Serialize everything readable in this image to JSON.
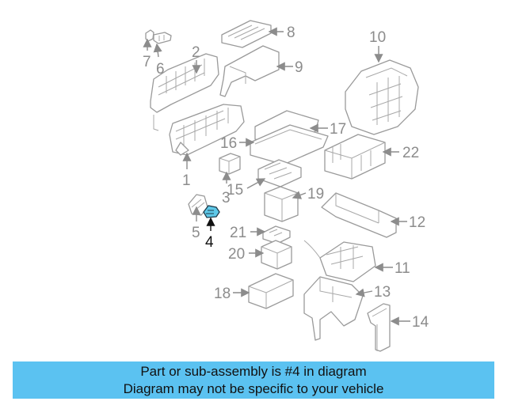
{
  "callouts": {
    "c1": "1",
    "c2": "2",
    "c3": "3",
    "c4": "4",
    "c5": "5",
    "c6": "6",
    "c7": "7",
    "c8": "8",
    "c9": "9",
    "c10": "10",
    "c11": "11",
    "c12": "12",
    "c13": "13",
    "c14": "14",
    "c15": "15",
    "c16": "16",
    "c17": "17",
    "c18": "18",
    "c19": "19",
    "c20": "20",
    "c21": "21",
    "c22": "22"
  },
  "highlighted_part": "4",
  "colors": {
    "highlight": "#5ec8e8",
    "caption_bg": "#5bc2f1",
    "linework": "#9a9a9a"
  },
  "caption": {
    "line1": "Part or sub-assembly is #4 in diagram",
    "line2": "Diagram may not be specific to your vehicle"
  }
}
